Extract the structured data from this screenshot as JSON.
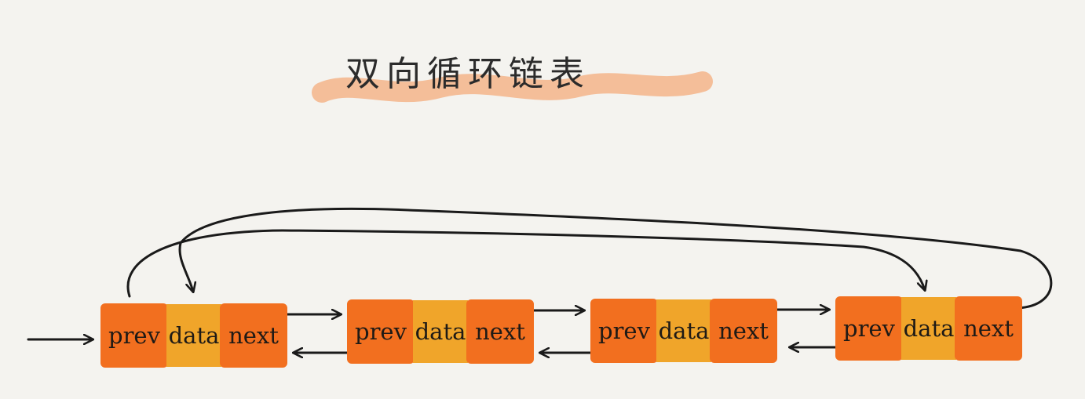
{
  "title": "双向循环链表",
  "colors": {
    "background": "#f4f3ef",
    "pointer_cell": "#f26f1f",
    "data_cell": "#f0a52a",
    "title_highlight": "#f3b48a",
    "arrow": "#1a1a1a"
  },
  "nodes": [
    {
      "prev": "prev",
      "data": "data",
      "next": "next"
    },
    {
      "prev": "prev",
      "data": "data",
      "next": "next"
    },
    {
      "prev": "prev",
      "data": "data",
      "next": "next"
    },
    {
      "prev": "prev",
      "data": "data",
      "next": "next"
    }
  ]
}
